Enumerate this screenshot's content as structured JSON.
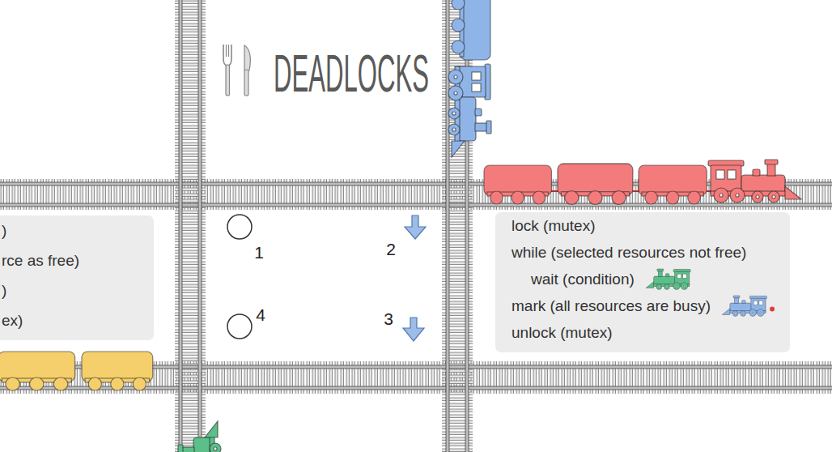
{
  "diagram": {
    "title": "DEADLOCKS",
    "nodes": [
      {
        "text": [
          ")",
          "rce as free)",
          ")",
          "ex)"
        ]
      },
      {
        "text": [
          "lock (mutex)",
          "while (selected resources not free)",
          "wait (condition)",
          "mark (all resources are busy)",
          "unlock (mutex)"
        ]
      }
    ],
    "labels": [
      "1",
      "2",
      "3",
      "4"
    ]
  }
}
